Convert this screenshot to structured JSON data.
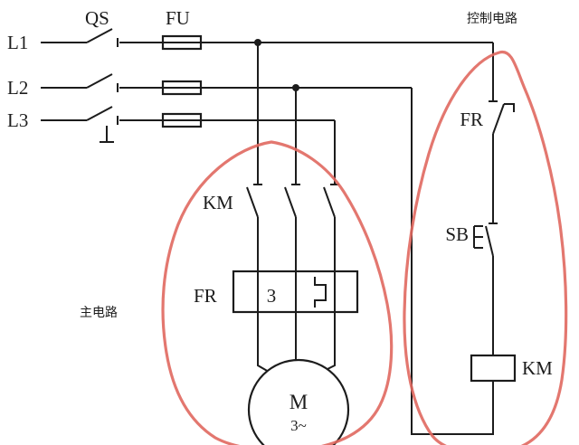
{
  "diagram": {
    "region_labels": {
      "control_circuit": "控制电路",
      "main_circuit": "主电路"
    },
    "phase_labels": [
      "L1",
      "L2",
      "L3"
    ],
    "components": {
      "disconnect_switch": "QS",
      "fuse": "FU",
      "contactor_main_contacts": "KM",
      "thermal_relay_main": "FR",
      "thermal_relay_element_count": "3",
      "motor_letter": "M",
      "motor_phases": "3~",
      "thermal_relay_contact": "FR",
      "push_button": "SB",
      "contactor_coil": "KM"
    },
    "colors": {
      "wire": "#1c1c1c",
      "annotation": "#e0685f",
      "background": "#ffffff"
    }
  }
}
